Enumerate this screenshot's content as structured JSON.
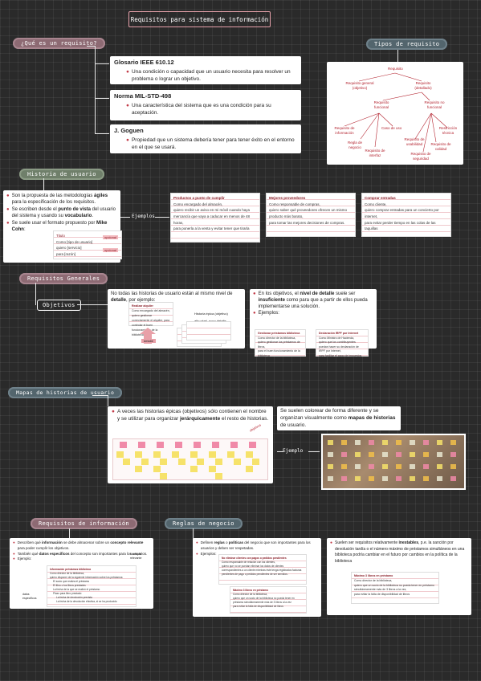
{
  "title": "Requisitos para sistema de información",
  "section1": {
    "pill": "¿Qué es un requisito?",
    "defs": [
      {
        "term": "Glosario IEEE 610.12",
        "text": "Una condición o capacidad que un usuario necesita para resolver un problema o lograr un objetivo."
      },
      {
        "term": "Norma MIL-STD-498",
        "text": "Una característica del sistema que es una condición para su aceptación."
      },
      {
        "term": "J. Goguen",
        "text": "Propiedad que un sistema debería tener para tener éxito en el entorno en el que se usará."
      }
    ]
  },
  "tipos": {
    "pill": "Tipos de requisito",
    "nodes": {
      "root": "Requisito",
      "general": "Requisito general (objetivo)",
      "detallado": "Requisito (detallado)",
      "funcional": "Requisito funcional",
      "nofuncional": "Requisito no funcional",
      "informacion": "Requisito de información",
      "regla": "Regla de negocio",
      "casouso": "Caso de uso",
      "interfaz": "Requisito de interfaz",
      "usabilidad": "Requisito de usabilidad",
      "restriccion": "Restricción técnica",
      "calidad": "Requisito de calidad",
      "seguridad": "Requisito de seguridad"
    }
  },
  "historia": {
    "pill": "Historia de usuario",
    "bullets": [
      {
        "pre": "Son la propuesta de las metodologías ",
        "bold": "ágiles",
        "post": " para la especificación de los requisitos."
      },
      {
        "pre": "Se escriben desde el ",
        "bold": "punto de vista",
        "post": " del usuario del sistema y usando su ",
        "bold2": "vocabulario",
        "post2": "."
      },
      {
        "pre": "Se suele usar el formato propuesto por ",
        "bold": "Mike Cohn",
        "post": ":"
      }
    ],
    "format": {
      "title": "Titulo",
      "line1": "Como [tipo de usuario]",
      "line2": "quiero [servicio]",
      "line3": "para [razón]",
      "tag1": "opcional",
      "tag2": "opcional"
    },
    "examples_label": "Ejemplos",
    "examples": [
      {
        "title": "Productos a punto de cumplir",
        "l1": "Como encargado del almacén,",
        "l2": "quiero recibir un aviso en mi móvil cuando haya mercancía que vaya a caducar en menos de 48 horas,",
        "l3": "para ponerla a la venta y evitar tener que tirarla"
      },
      {
        "title": "Mejores proveedores",
        "l1": "Como responsable de compras,",
        "l2": "quiero saber qué proveedores ofrecen un mismo producto más barato,",
        "l3": "para tomar las mejores decisiones de compras."
      },
      {
        "title": "Comprar entradas",
        "l1": "Como cliente,",
        "l2": "quiero comprar entradas para un concierto por internet,",
        "l3": "para evitar perder tiempo en las colas de las taquillas"
      }
    ]
  },
  "generales": {
    "pill": "Requisitos Generales",
    "sub_pill": "Objetivos",
    "text1_pre": "No todas las historias de usuario están al mismo nivel de ",
    "text1_bold": "detalle",
    "text1_post": ", por ejemplo:",
    "mini1_title": "Realizar alquiler",
    "mini1_text": "Como encargado del almacén, quiero gestionar correctamente el alquiler, para controlar el buen funcionamiento de la biblioteca",
    "epic_label": "Historia épica (objetivo)",
    "alto_label": "alto nivel, poco detalle",
    "detalle_label": "detalle",
    "text2_pre": "En los objetivos, el ",
    "text2_bold": "nivel de detalle",
    "text2_mid": " suele ser ",
    "text2_bold2": "insuficiente",
    "text2_post": " como para que a partir de ellos pueda implementarse una solución.",
    "ejemplos": "Ejemplos:",
    "ex1_title": "Gestionar préstamos biblioteca",
    "ex1_l1": "Como director de la biblioteca,",
    "ex1_l2": "quiero gestionar los préstamos de libros,",
    "ex1_l3": "para el buen funcionamiento de la biblioteca",
    "ex2_title": "Declaración IRPF por Internet",
    "ex2_l1": "Como Ministro de Hacienda,",
    "ex2_l2": "quiero que los contribuyentes puedan hacer su declaración de IRPF por Internet,",
    "ex2_l3": "para facilitar el pago de impuestos"
  },
  "mapas": {
    "pill": "Mapas de historias de usuario",
    "text1_pre": "A veces las historias épicas (objetivos) sólo contienen el nombre y se utilizar para organizar ",
    "text1_bold": "jerárquicamente",
    "text1_post": " el resto de historias.",
    "objetivos_tag": "objetivos",
    "text2_pre": "Se suelen colorear de forma diferente y se organizan visualmente como ",
    "text2_bold": "mapas de historias",
    "text2_post": " de usuario.",
    "ejemplo": "Ejemplo"
  },
  "informacion": {
    "pill": "Requisitos de información",
    "b1_pre": "Describen qué ",
    "b1_bold": "información",
    "b1_mid": " se debe almacenar sobre un ",
    "b1_bold2": "concepto relevante",
    "b1_post": " para poder cumplir los objetivos.",
    "b2_pre": "También qué ",
    "b2_bold": "datos específicos",
    "b2_post": " del concepto son importantes para los usuarios.",
    "b3": "Ejemplo:",
    "side_label": "concepto relevante",
    "datos_label": "datos específicos",
    "ex_title": "Información préstamos biblioteca",
    "ex_lines": [
      "Como director de la biblioteca,",
      "quiero disponer de la siguiente información sobre los préstamos:",
      "El socio que realiza el préstamo",
      "El libro o los libros prestados",
      "La fecha de la que se realizó el préstamo",
      "Plazo para libro prestado",
      "La fecha de devolución prevista",
      "La fecha de la devolución efectiva, si se ha producido"
    ]
  },
  "reglas": {
    "pill": "Reglas de negocio",
    "b1_pre": "Definen ",
    "b1_bold": "reglas",
    "b1_mid": " o ",
    "b1_bold2": "políticas",
    "b1_post": " del negocio que son importantes para los usuarios y deben ser respetadas.",
    "b2": "Ejemplos:",
    "ex1_title": "No eliminar clientes con pagos o pedidos pendientes",
    "ex1_lines": [
      "Como responsable de relación con los clientes,",
      "quiero que no se puedan eliminar los datos de clientes",
      "correspondientes a un cliente mientras éste tenga registrados facturas pendientes de pago o pedidos pendientes de ser servidos."
    ],
    "ex2_title": "Máximo 3 libros en préstamo",
    "ex2_lines": [
      "Como director de la biblioteca,",
      "quiero que un socio de la biblioteca no pueda tener en préstamo simultáneamente más de 3 libros a la vez",
      "para evitar la falta de disponibilidad de libros"
    ],
    "b3_pre": "Suelen ser requisitos relativamente ",
    "b3_bold": "inestables",
    "b3_post": ", p.e. la sanción por devolución tardía o el número máximo de préstamos simultáneos en una biblioteca podría cambiar en el futuro por cambios en la política de la biblioteca",
    "ex3_title": "Máximo 3 libros en préstamo",
    "ex3_l1": "Como director de la biblioteca,",
    "ex3_l2": "quiero que un socio de la biblioteca no pueda tener en préstamo simultáneamente más de 3 libros a la vez,",
    "ex3_l3": "para evitar la falta de disponibilidad de libros"
  }
}
